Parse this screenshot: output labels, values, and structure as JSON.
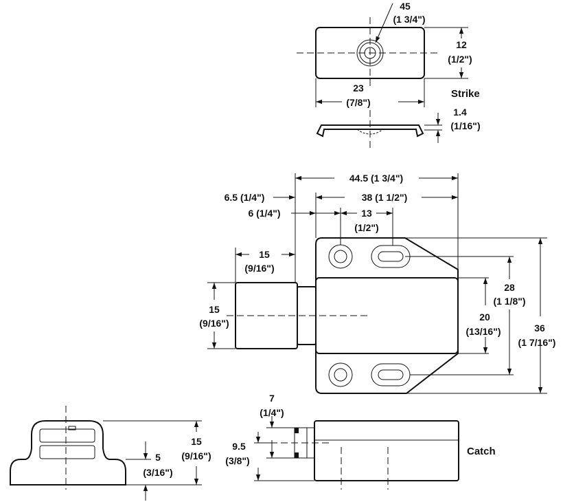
{
  "labels": {
    "strike": "Strike",
    "catch": "Catch"
  },
  "dims": {
    "strike_hole": [
      "45",
      "(1 3/4\")"
    ],
    "strike_height": [
      "12",
      "(1/2\")"
    ],
    "strike_width": [
      "23",
      "(7/8\")"
    ],
    "strike_thickness": [
      "1.4",
      "(1/16\")"
    ],
    "overall_length": "44.5 (1 3/4\")",
    "body_length": "38 (1 1/2\")",
    "offset_a": "6.5 (1/4\")",
    "offset_b": "6 (1/4\")",
    "hole_spacing": [
      "13",
      "(1/2\")"
    ],
    "plunger_length": [
      "15",
      "(9/16\")"
    ],
    "plunger_height": [
      "15",
      "(9/16\")"
    ],
    "inner_height": [
      "20",
      "(13/16\")"
    ],
    "hole_height": [
      "28",
      "(1 1/8\")"
    ],
    "overall_height": [
      "36",
      "(1 7/16\")"
    ],
    "side_height": [
      "15",
      "(9/16\")"
    ],
    "side_base": [
      "5",
      "(3/16\")"
    ],
    "tab_7": [
      "7",
      "(1/4\")"
    ],
    "tab_9_5": [
      "9.5",
      "(3/8\")"
    ]
  }
}
